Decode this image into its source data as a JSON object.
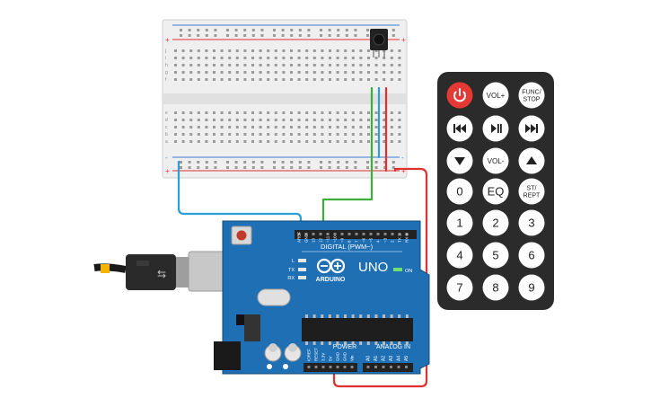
{
  "breadboard": {
    "rail_plus": "+",
    "rail_minus": "-",
    "row_letters_top": [
      "j",
      "i",
      "h",
      "g",
      "f"
    ],
    "row_letters_bottom": [
      "e",
      "d",
      "c",
      "b",
      "a"
    ]
  },
  "arduino": {
    "brand": "ARDUINO",
    "model": "UNO",
    "digital_label": "DIGITAL (PWM~)",
    "power_label": "POWER",
    "analog_label": "ANALOG IN",
    "led_labels": [
      "L",
      "TX",
      "RX"
    ],
    "on_label": "ON",
    "digital_pins": [
      "AREF",
      "GND",
      "13",
      "12",
      "~11",
      "~10",
      "~9",
      "8",
      "7",
      "~6",
      "~5",
      "4",
      "~3",
      "2",
      "TX 1",
      "RX 0"
    ],
    "power_pins": [
      "IOREF",
      "RESET",
      "3.3V",
      "5V",
      "GND",
      "GND",
      "Vin"
    ],
    "analog_pins": [
      "A0",
      "A1",
      "A2",
      "A3",
      "A4",
      "A5"
    ]
  },
  "remote": {
    "buttons": [
      {
        "name": "power",
        "label": "",
        "icon": "power-icon"
      },
      {
        "name": "vol-up",
        "label": "VOL+"
      },
      {
        "name": "func-stop",
        "label": "FUNC/\nSTOP"
      },
      {
        "name": "prev",
        "label": "",
        "icon": "rewind-icon"
      },
      {
        "name": "play-pause",
        "label": "",
        "icon": "play-pause-icon"
      },
      {
        "name": "next",
        "label": "",
        "icon": "fast-forward-icon"
      },
      {
        "name": "down",
        "label": "",
        "icon": "down-arrow-icon"
      },
      {
        "name": "vol-down",
        "label": "VOL-"
      },
      {
        "name": "up",
        "label": "",
        "icon": "up-arrow-icon"
      },
      {
        "name": "0",
        "label": "0"
      },
      {
        "name": "eq",
        "label": "EQ"
      },
      {
        "name": "st-rept",
        "label": "ST/\nREPT"
      },
      {
        "name": "1",
        "label": "1"
      },
      {
        "name": "2",
        "label": "2"
      },
      {
        "name": "3",
        "label": "3"
      },
      {
        "name": "4",
        "label": "4"
      },
      {
        "name": "5",
        "label": "5"
      },
      {
        "name": "6",
        "label": "6"
      },
      {
        "name": "7",
        "label": "7"
      },
      {
        "name": "8",
        "label": "8"
      },
      {
        "name": "9",
        "label": "9"
      }
    ]
  },
  "colors": {
    "board_blue": "#1f6fb5",
    "board_dark": "#114c80",
    "remote_body": "#2b2b2b",
    "remote_button": "#ffffff",
    "power_button": "#e53935",
    "wire_blue": "#2b9fd6",
    "wire_green": "#3cae3c",
    "wire_red": "#e03030",
    "breadboard": "#ededed"
  }
}
